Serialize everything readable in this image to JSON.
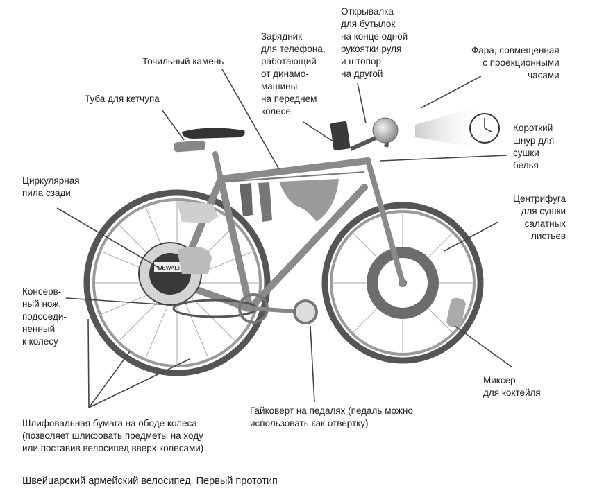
{
  "labels": {
    "opener": "Открывалка\nдля бутылок\nна конце одной\nрукоятки руля\nи штопор\nна другой",
    "charger": "Зарядник\nдля телефона,\nработающий\nот динамо-\nмашины\nна переднем\nколесе",
    "whetstone": "Точильный камень",
    "headlight": "Фара, совмещенная\nс проекционными\nчасами",
    "ketchup": "Туба для кетчупа",
    "clothesline": "Короткий\nшнур для\nсушки\nбелья",
    "saw": "Циркулярная\nпила сзади",
    "salad": "Центрифуга\nдля сушки\nсалатных\nлистьев",
    "canopener": "Консерв-\nный нож,\nподсоеди-\nненный\nк колесу",
    "mixer": "Миксер\nдля коктейля",
    "wrench": "Гайковерт на педалях (педаль можно\nиспользовать как отвертку)",
    "sandpaper": "Шлифовальная бумага на ободе колеса\n(позволяет шлифовать предметы на ходу\nили поставив велосипед вверх колесами)"
  },
  "saw_brand": "DEWALT",
  "caption": "Швейцарский армейский велосипед. Первый прототип"
}
